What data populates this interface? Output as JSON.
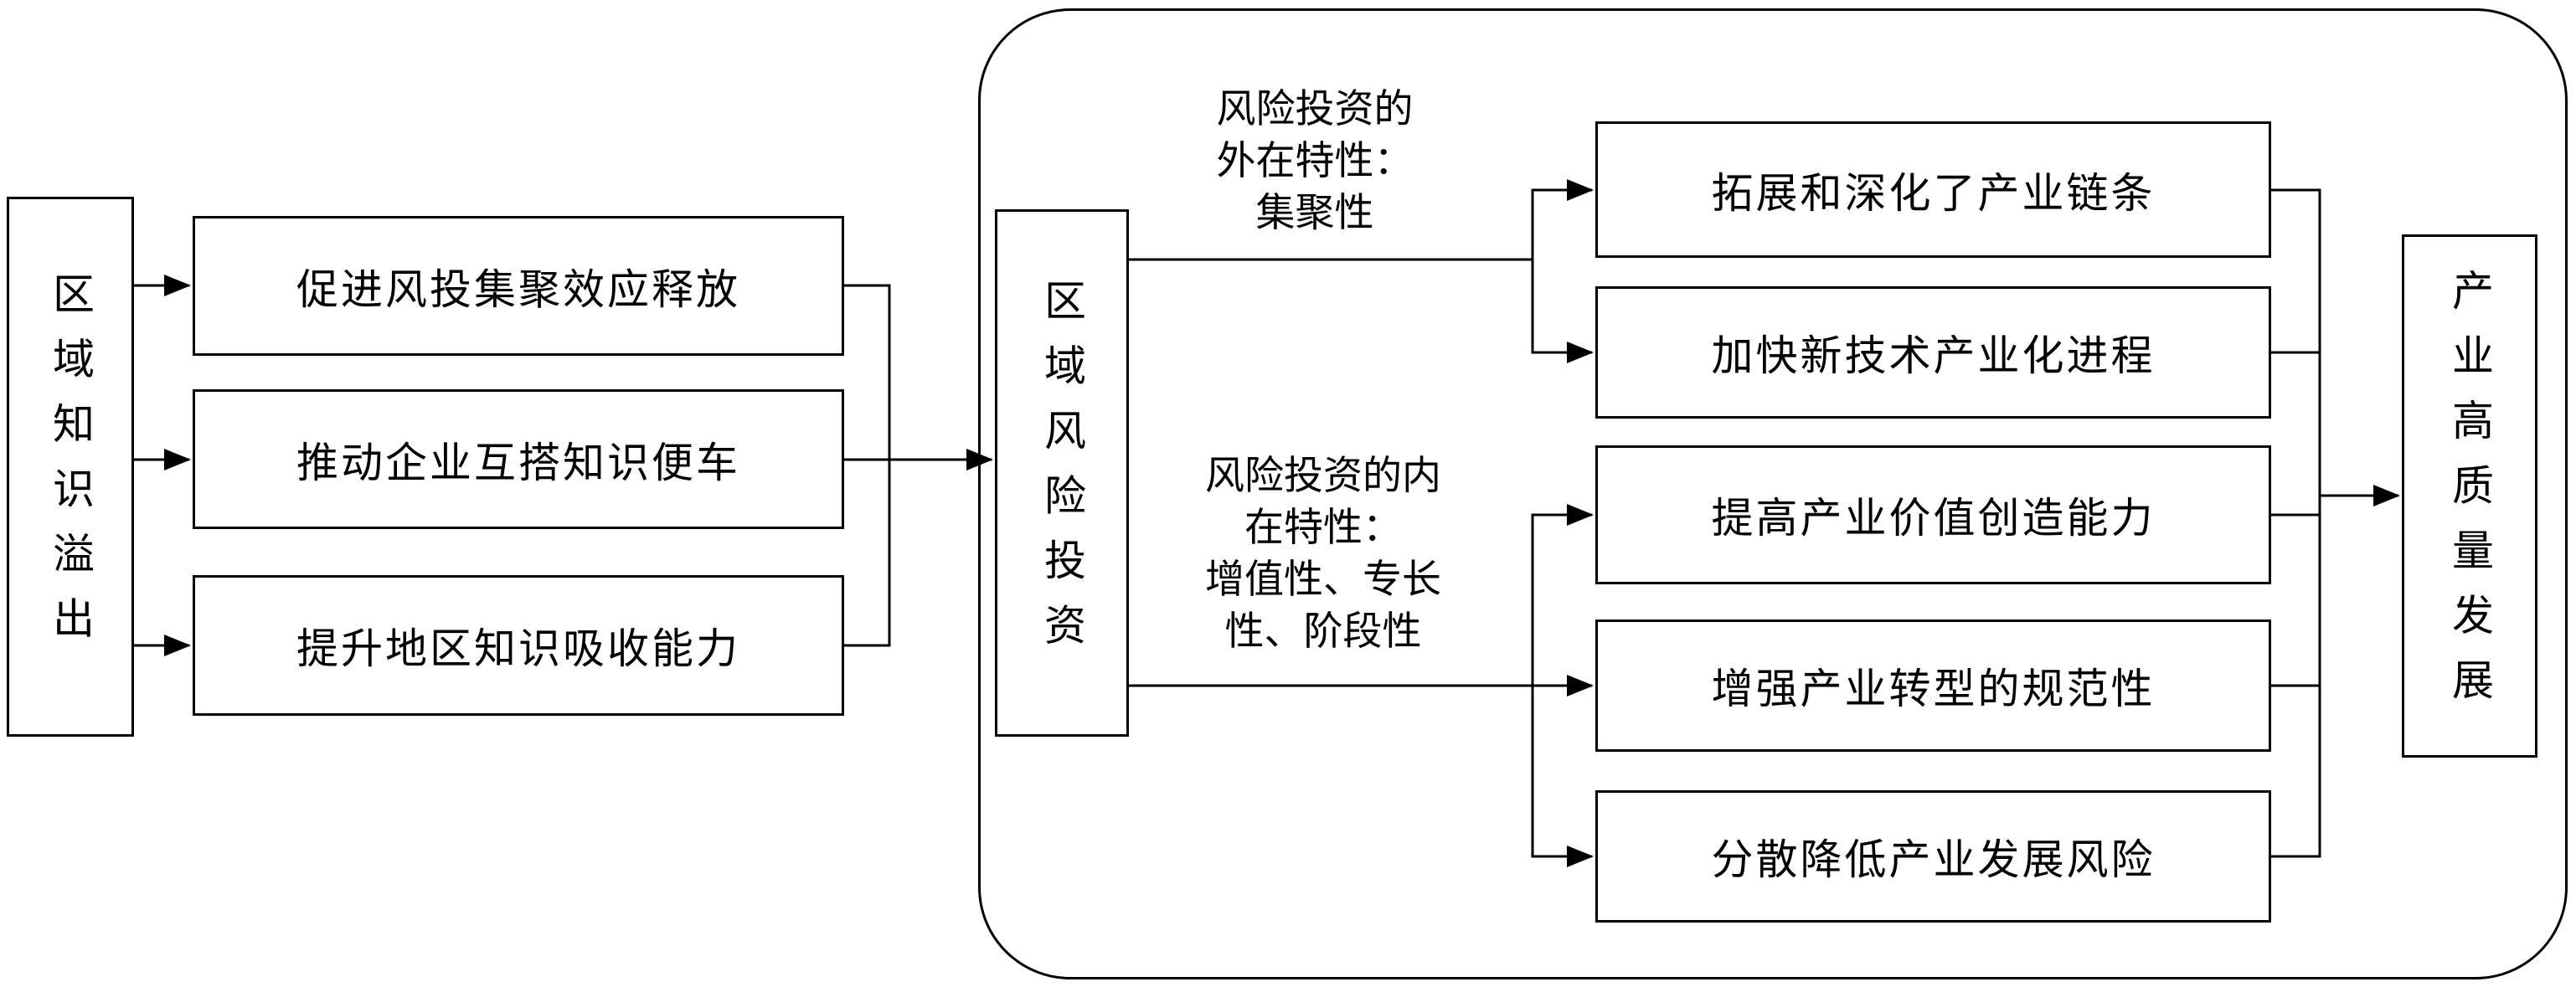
{
  "diagram": {
    "source": {
      "label": "区域知识溢出"
    },
    "mechanisms": [
      {
        "label": "促进风投集聚效应释放"
      },
      {
        "label": "推动企业互搭知识便车"
      },
      {
        "label": "提升地区知识吸收能力"
      }
    ],
    "center": {
      "label": "区域风险投资"
    },
    "external_traits_label": "风险投资的\n外在特性：\n集聚性",
    "internal_traits_label": "风险投资的内\n在特性：\n增值性、专长\n性、阶段性",
    "effects": [
      {
        "label": "拓展和深化了产业链条"
      },
      {
        "label": "加快新技术产业化进程"
      },
      {
        "label": "提高产业价值创造能力"
      },
      {
        "label": "增强产业转型的规范性"
      },
      {
        "label": "分散降低产业发展风险"
      }
    ],
    "outcome": {
      "label": "产业高质量发展"
    },
    "colors": {
      "line": "#000000",
      "border": "#000000",
      "background": "#ffffff",
      "text": "#000000"
    }
  }
}
